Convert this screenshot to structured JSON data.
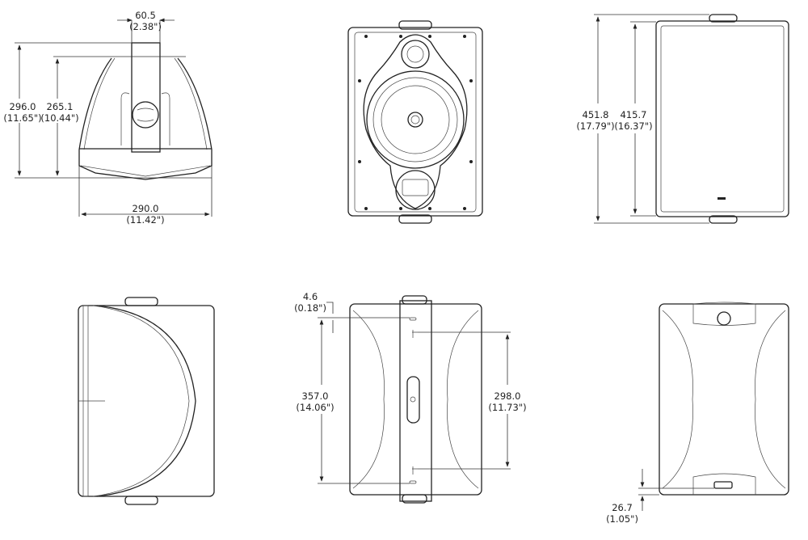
{
  "dimensions": {
    "top_width": {
      "mm": "60.5",
      "in": "(2.38\")"
    },
    "side_height_total": {
      "mm": "296.0",
      "in": "(11.65\")"
    },
    "side_height_body": {
      "mm": "265.1",
      "in": "(10.44\")"
    },
    "top_depth": {
      "mm": "290.0",
      "in": "(11.42\")"
    },
    "front_height_total": {
      "mm": "451.8",
      "in": "(17.79\")"
    },
    "front_height_body": {
      "mm": "415.7",
      "in": "(16.37\")"
    },
    "bracket_offset": {
      "mm": "4.6",
      "in": "(0.18\")"
    },
    "bracket_span": {
      "mm": "357.0",
      "in": "(14.06\")"
    },
    "keyhole_span": {
      "mm": "298.0",
      "in": "(11.73\")"
    },
    "bottom_offset": {
      "mm": "26.7",
      "in": "(1.05\")"
    }
  }
}
